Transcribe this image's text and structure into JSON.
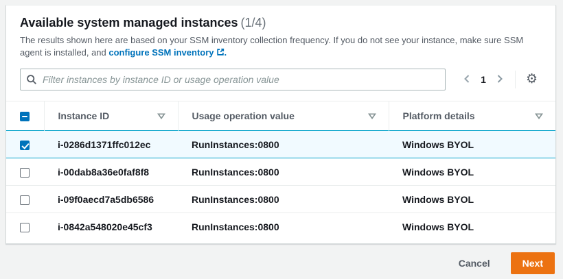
{
  "colors": {
    "accent": "#ec7211",
    "link": "#0073bb",
    "selected-border": "#00a1c9",
    "selected-bg": "#f1faff"
  },
  "panel": {
    "title": "Available system managed instances",
    "counter": "(1/4)",
    "description": {
      "text_before_link": "The results shown here are based on your SSM inventory collection frequency. If you do not see your instance, make sure SSM agent is installed, and ",
      "link_label": "configure SSM inventory",
      "text_after_link": "."
    }
  },
  "toolbar": {
    "filter_placeholder": "Filter instances by instance ID or usage operation value",
    "pagination": {
      "prev_icon": "chevron-left",
      "current_page": "1",
      "next_icon": "chevron-right"
    },
    "settings_icon": "gear",
    "settings_glyph": "⚙"
  },
  "table": {
    "select_all_state": "indeterminate",
    "columns": [
      "Instance ID",
      "Usage operation value",
      "Platform details"
    ],
    "rows": [
      {
        "selected": true,
        "instance_id": "i-0286d1371ffc012ec",
        "usage_operation_value": "RunInstances:0800",
        "platform_details": "Windows BYOL"
      },
      {
        "selected": false,
        "instance_id": "i-00dab8a36e0faf8f8",
        "usage_operation_value": "RunInstances:0800",
        "platform_details": "Windows BYOL"
      },
      {
        "selected": false,
        "instance_id": "i-09f0aecd7a5db6586",
        "usage_operation_value": "RunInstances:0800",
        "platform_details": "Windows BYOL"
      },
      {
        "selected": false,
        "instance_id": "i-0842a548020e45cf3",
        "usage_operation_value": "RunInstances:0800",
        "platform_details": "Windows BYOL"
      }
    ]
  },
  "footer": {
    "cancel_label": "Cancel",
    "next_label": "Next"
  }
}
